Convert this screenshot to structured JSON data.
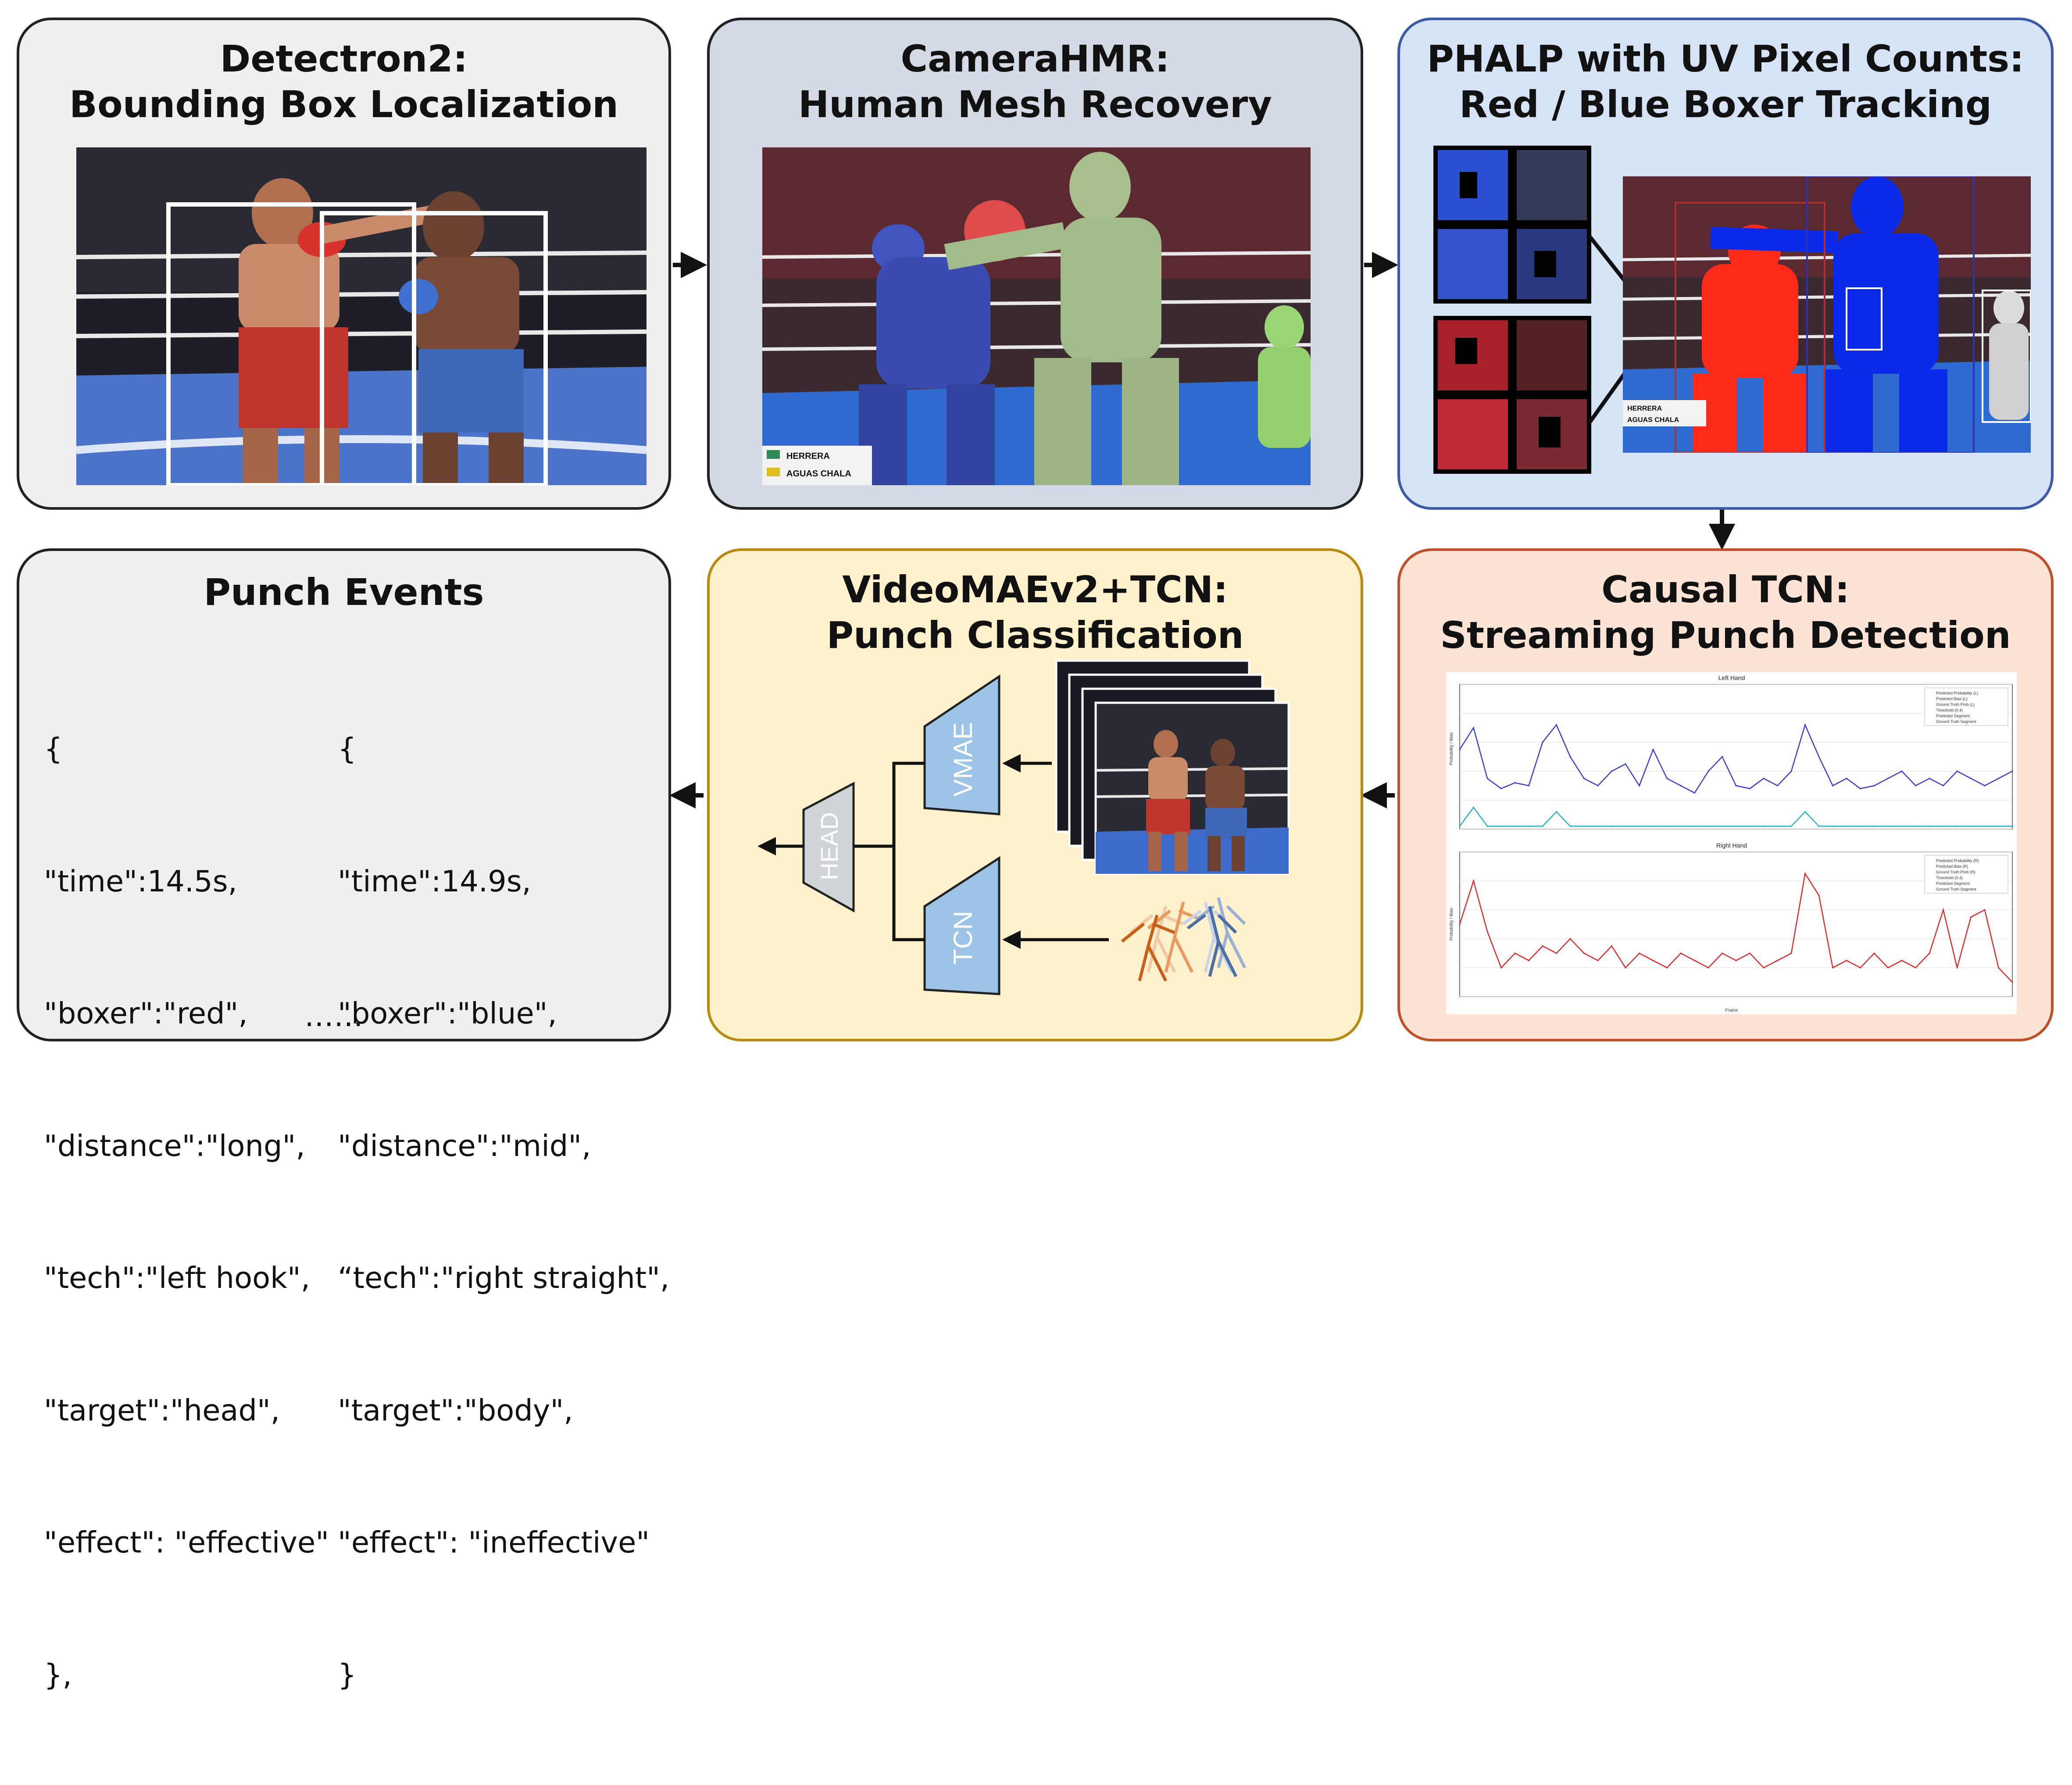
{
  "panels": {
    "detectron": {
      "title_line1": "Detectron2:",
      "title_line2": "Bounding Box Localization",
      "bg": "#efefef"
    },
    "camerahmr": {
      "title_line1": "CameraHMR:",
      "title_line2": "Human Mesh Recovery",
      "bg": "#d3dae6",
      "scoreboard_name1": "HERRERA",
      "scoreboard_name2": "AGUAS CHALA"
    },
    "phalp": {
      "title_line1": "PHALP with UV Pixel Counts:",
      "title_line2": "Red / Blue Boxer Tracking",
      "bg": "#d6e2f5",
      "scoreboard_name1": "HERRERA",
      "scoreboard_name2": "AGUAS CHALA"
    },
    "causal_tcn": {
      "title_line1": "Causal TCN:",
      "title_line2": "Streaming Punch Detection",
      "bg": "#fbe3d6",
      "top_chart_title": "Left Hand",
      "bottom_chart_title": "Right Hand",
      "y_label": "Probability / Bias",
      "x_label": "Frame"
    },
    "videomae": {
      "title_line1": "VideoMAEv2+TCN:",
      "title_line2": "Punch Classification",
      "bg": "#fff1cc",
      "vmae_label": "VMAE",
      "tcn_label": "TCN",
      "head_label": "HEAD"
    },
    "events": {
      "title": "Punch Events",
      "bg": "#efefef",
      "left_lines": [
        "{",
        "\"time\":14.5s,",
        "\"boxer\":\"red\",",
        "\"distance\":\"long\",",
        "\"tech\":\"left hook\",",
        "\"target\":\"head\",",
        "\"effect\": \"effective\"",
        "},"
      ],
      "right_lines": [
        "{",
        "\"time\":14.9s,",
        "\"boxer\":\"blue\",",
        "\"distance\":\"mid\",",
        "“tech\":\"right straight\",",
        "\"target\":\"body\",",
        "\"effect\": \"ineffective\"",
        "}"
      ],
      "ellipsis": "……"
    }
  },
  "chart_data": [
    {
      "type": "line",
      "title": "Left Hand",
      "xlabel": "Frame",
      "ylabel": "Probability / Bias",
      "ylim": [
        0,
        1.0
      ],
      "xlim": [
        4000,
        4400
      ],
      "x": [
        4000,
        4010,
        4020,
        4030,
        4040,
        4050,
        4060,
        4070,
        4080,
        4090,
        4100,
        4110,
        4120,
        4130,
        4140,
        4150,
        4160,
        4170,
        4180,
        4190,
        4200,
        4210,
        4220,
        4230,
        4240,
        4250,
        4260,
        4270,
        4280,
        4290,
        4300,
        4310,
        4320,
        4330,
        4340,
        4350,
        4360,
        4370,
        4380,
        4390,
        4400
      ],
      "series": [
        {
          "name": "Predicted Probability (L)",
          "color": "#3b3bd1",
          "values": [
            0.55,
            0.7,
            0.35,
            0.28,
            0.32,
            0.3,
            0.6,
            0.72,
            0.5,
            0.35,
            0.3,
            0.4,
            0.45,
            0.3,
            0.55,
            0.35,
            0.3,
            0.25,
            0.4,
            0.5,
            0.3,
            0.28,
            0.35,
            0.3,
            0.4,
            0.72,
            0.5,
            0.3,
            0.35,
            0.28,
            0.3,
            0.35,
            0.4,
            0.3,
            0.35,
            0.3,
            0.4,
            0.35,
            0.3,
            0.35,
            0.4
          ]
        },
        {
          "name": "Ground Truth Prob (L)",
          "color": "#27b0c8",
          "values": [
            0.02,
            0.15,
            0.02,
            0.02,
            0.02,
            0.02,
            0.02,
            0.12,
            0.02,
            0.02,
            0.02,
            0.02,
            0.02,
            0.02,
            0.02,
            0.02,
            0.02,
            0.02,
            0.02,
            0.02,
            0.02,
            0.02,
            0.02,
            0.02,
            0.02,
            0.12,
            0.02,
            0.02,
            0.02,
            0.02,
            0.02,
            0.02,
            0.02,
            0.02,
            0.02,
            0.02,
            0.02,
            0.02,
            0.02,
            0.02,
            0.02
          ]
        }
      ],
      "legend": [
        "Predicted Probability (L)",
        "Predicted Bias (L)",
        "Ground Truth Prob (L)",
        "Threshold (0.4)",
        "Predicted Segment",
        "Ground Truth Segment"
      ],
      "legend_position": "top-right",
      "grid": true
    },
    {
      "type": "line",
      "title": "Right Hand",
      "xlabel": "Frame",
      "ylabel": "Probability / Bias",
      "ylim": [
        0,
        1.0
      ],
      "xlim": [
        4000,
        4400
      ],
      "x": [
        4000,
        4010,
        4020,
        4030,
        4040,
        4050,
        4060,
        4070,
        4080,
        4090,
        4100,
        4110,
        4120,
        4130,
        4140,
        4150,
        4160,
        4170,
        4180,
        4190,
        4200,
        4210,
        4220,
        4230,
        4240,
        4250,
        4260,
        4270,
        4280,
        4290,
        4300,
        4310,
        4320,
        4330,
        4340,
        4350,
        4360,
        4370,
        4380,
        4390,
        4400
      ],
      "series": [
        {
          "name": "Predicted Probability (R)",
          "color": "#d82a2a",
          "values": [
            0.5,
            0.8,
            0.45,
            0.2,
            0.3,
            0.25,
            0.35,
            0.3,
            0.4,
            0.3,
            0.25,
            0.35,
            0.2,
            0.3,
            0.25,
            0.2,
            0.3,
            0.25,
            0.2,
            0.3,
            0.25,
            0.3,
            0.2,
            0.25,
            0.3,
            0.85,
            0.7,
            0.2,
            0.25,
            0.2,
            0.3,
            0.2,
            0.25,
            0.2,
            0.3,
            0.6,
            0.2,
            0.55,
            0.6,
            0.2,
            0.1
          ]
        }
      ],
      "legend": [
        "Predicted Probability (R)",
        "Predicted Bias (R)",
        "Ground Truth Prob (R)",
        "Threshold (0.4)",
        "Predicted Segment",
        "Ground Truth Segment"
      ],
      "legend_position": "top-right",
      "grid": true
    }
  ]
}
